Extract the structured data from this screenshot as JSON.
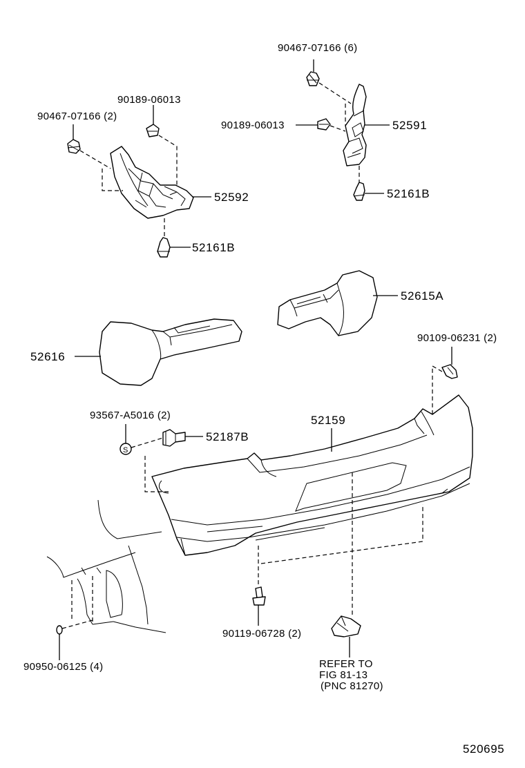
{
  "diagram_id": "520695",
  "parts": [
    {
      "number": "90467-07166 (6)"
    },
    {
      "number": "90189-06013"
    },
    {
      "number": "52591"
    },
    {
      "number": "52161B"
    },
    {
      "number": "90189-06013"
    },
    {
      "number": "90467-07166 (2)"
    },
    {
      "number": "52592"
    },
    {
      "number": "52161B"
    },
    {
      "number": "52615A"
    },
    {
      "number": "52616"
    },
    {
      "number": "90109-06231 (2)"
    },
    {
      "number": "93567-A5016 (2)"
    },
    {
      "number": "52187B"
    },
    {
      "number": "52159"
    },
    {
      "number": "90119-06728 (2)"
    },
    {
      "number": "90950-06125 (4)"
    }
  ],
  "reference": {
    "line1": "REFER TO",
    "line2": "FIG 81-13",
    "line3": "(PNC 81270)"
  },
  "stamp_letter": "S"
}
